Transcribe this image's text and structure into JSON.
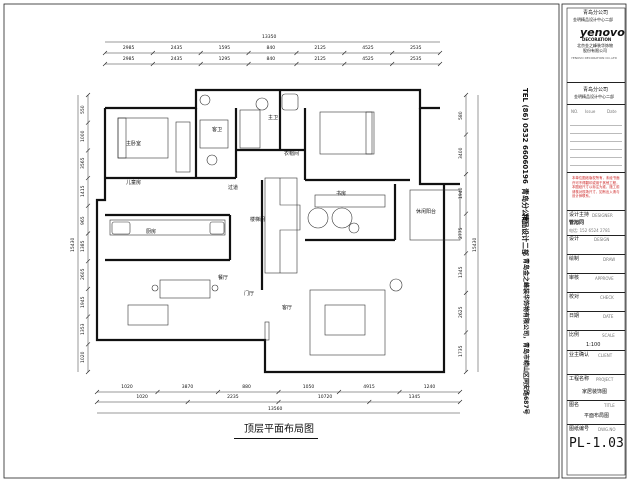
{
  "drawing": {
    "title": "顶层平面布局图",
    "dims_top_total": "13350",
    "dims_top_row1": [
      "2985",
      "2435",
      "1595",
      "840",
      "2125",
      "4525",
      "2535"
    ],
    "dims_top_row2": [
      "2985",
      "2435",
      "1295",
      "840",
      "2125",
      "4525",
      "2535"
    ],
    "dims_bottom_row1": [
      "1020",
      "3870",
      "880",
      "1050",
      "4915",
      "1240"
    ],
    "dims_bottom_row2": [
      "1020",
      "2235",
      "10720",
      "1345"
    ],
    "dims_bottom_total": "13560",
    "dims_left": [
      "550",
      "1000",
      "3565",
      "1415",
      "965",
      "1385",
      "2605",
      "1945",
      "1353",
      "1020"
    ],
    "dims_left_total": "15430",
    "dims_right": [
      "580",
      "3400",
      "1940",
      "2775",
      "1345",
      "2625",
      "1735"
    ],
    "dims_right_total": "15430",
    "rooms": {
      "master_bedroom": "主卧室",
      "bathroom_a": "客卫",
      "bathroom_b": "主卫",
      "children_room": "儿童房",
      "corridor": "过道",
      "dining": "餐厅",
      "kitchen": "厨房",
      "stairs": "楼梯间",
      "living": "客厅",
      "entrance": "门厅",
      "study": "书房",
      "balcony": "休闲阳台",
      "cloak": "衣帽间"
    }
  },
  "titleblock": {
    "company_small": "青岛分公司",
    "company_sub": "金明精品设计中心二部",
    "brand": "yenovo",
    "brand_sub": "DECORATION",
    "brand_cn": "北京金之峰装华饰物",
    "brand_cn2": "股份有限公司",
    "en_line": "YENOVO DECORATION CO.,LTD",
    "company2": "青岛分公司",
    "company2_sub": "金明精品设计中心二部",
    "no_label": "NO.",
    "issue_label": "Issue",
    "date_label": "Date",
    "vertical_phone": "TEL (86) 0532 66060196",
    "vertical_company": "青岛分公司",
    "vertical_dept": "精品设计二部",
    "vertical_long": "青岛金之峰装华饰物有限公司，青岛市崂山区同安路687号",
    "notice": "本单位图纸版权所有，未经书面许可不得翻印或用于其他工程，本图纸尺寸以标注为准，施工前请核对现场尺寸，如有出入请与设计师联系。",
    "designer_label": "设计主持",
    "designer_en": "DESIGNER",
    "designer_name": "管旭同",
    "designer_phone": "电话: 152 6524 2781",
    "design_label": "设计",
    "design_en": "DESIGN",
    "draw_label": "绘制",
    "draw_en": "DRAW",
    "approve_label": "审核",
    "approve_en": "APPROVE",
    "check_label": "校对",
    "check_en": "CHECK",
    "date2_label": "日期",
    "date2_en": "DATE",
    "scale_label": "比例",
    "scale_en": "SCALE",
    "scale_value": "1:100",
    "owner_label": "业主确认",
    "owner_en": "CLIENT",
    "project_label": "工程名称",
    "project_en": "PROJECT",
    "project_value": "家居装饰图",
    "sheet_label": "图名",
    "sheet_en": "TITLE",
    "sheet_value": "平面布局图",
    "dwg_label": "图纸编号",
    "dwg_en": "DWG.NO",
    "dwg_value": "PL-1.03"
  }
}
